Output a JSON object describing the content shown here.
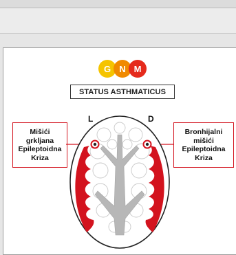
{
  "logo": {
    "letters": [
      "G",
      "N",
      "M"
    ],
    "colors": [
      "#f5c400",
      "#f08a00",
      "#e52a1c"
    ]
  },
  "title": "STATUS ASTHMATICUS",
  "sides": {
    "left": "L",
    "right": "D"
  },
  "left_label": {
    "lines": [
      "Mišići",
      "grkljana",
      "Epileptoidna",
      "Kriza"
    ]
  },
  "right_label": {
    "lines": [
      "Bronhijalni",
      "mišići",
      "Epileptoidna",
      "Kriza"
    ]
  },
  "colors": {
    "accent": "#d3131e",
    "outline": "#222222",
    "gray": "#b7b7b7"
  }
}
